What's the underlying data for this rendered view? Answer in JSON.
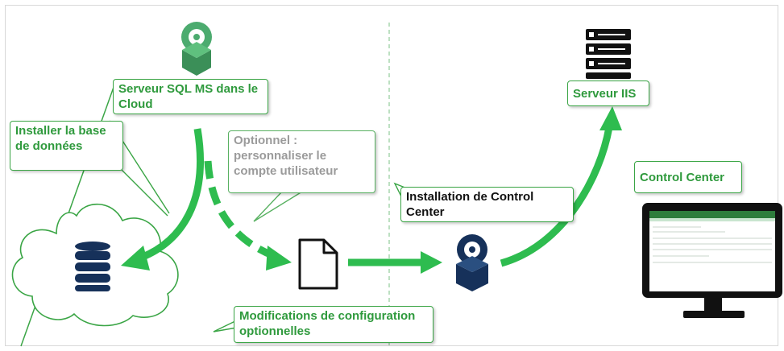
{
  "colors": {
    "accent": "#2ebc4f",
    "callout_border": "#3aa545",
    "callout_text": "#2f9a3d",
    "muted_text": "#9b9b9b",
    "dark": "#111111"
  },
  "icons": [
    "database-lock-icon",
    "database-stack-icon",
    "server-rack-icon",
    "document-icon",
    "monitor-icon",
    "cloud-icon"
  ],
  "labels": {
    "sql_server": "Serveur SQL MS dans le Cloud",
    "install_db": "Installer la base de données",
    "optional_user": "Optionnel : personnaliser le compte utilisateur",
    "install_cc": "Installation de Control Center",
    "iis_server": "Serveur IIS",
    "control_center": "Control Center",
    "config_changes": "Modifications de configuration optionnelles"
  }
}
